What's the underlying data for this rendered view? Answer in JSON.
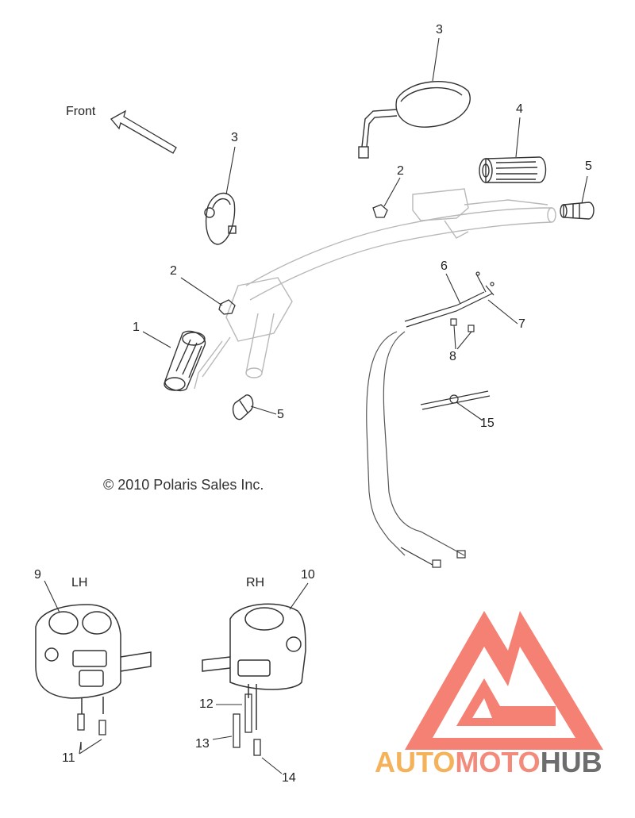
{
  "front_label": "Front",
  "copyright": "© 2010 Polaris Sales Inc.",
  "side_labels": {
    "lh": "LH",
    "rh": "RH"
  },
  "callouts": {
    "c1": "1",
    "c2a": "2",
    "c2b": "2",
    "c3a": "3",
    "c3b": "3",
    "c4": "4",
    "c5a": "5",
    "c5b": "5",
    "c6": "6",
    "c7": "7",
    "c8": "8",
    "c9": "9",
    "c10": "10",
    "c11": "11",
    "c12": "12",
    "c13": "13",
    "c14": "14",
    "c15": "15"
  },
  "watermark": {
    "part1": "AUTO",
    "part2": "MOTO",
    "part3": "HUB"
  },
  "colors": {
    "line": "#333333",
    "ghost": "#b8b8b8",
    "logo_red": "#f26b5b",
    "logo_orange": "#f4b25a",
    "logo_gray": "#6d6d6d"
  }
}
